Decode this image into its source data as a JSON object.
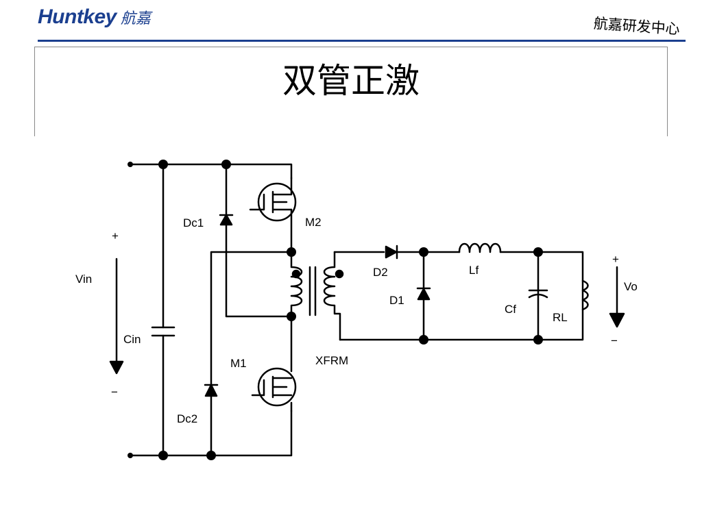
{
  "header": {
    "logo_en": "Huntkey",
    "logo_cn": "航嘉",
    "department": "航嘉研发中心"
  },
  "slide": {
    "title": "双管正激"
  },
  "schematic": {
    "labels": {
      "vin": "Vin",
      "cin": "Cin",
      "dc1": "Dc1",
      "dc2": "Dc2",
      "m1": "M1",
      "m2": "M2",
      "xfrm": "XFRM",
      "d1": "D1",
      "d2": "D2",
      "lf": "Lf",
      "cf": "Cf",
      "rl": "RL",
      "vo": "Vo",
      "plus": "+",
      "minus": "−"
    }
  }
}
